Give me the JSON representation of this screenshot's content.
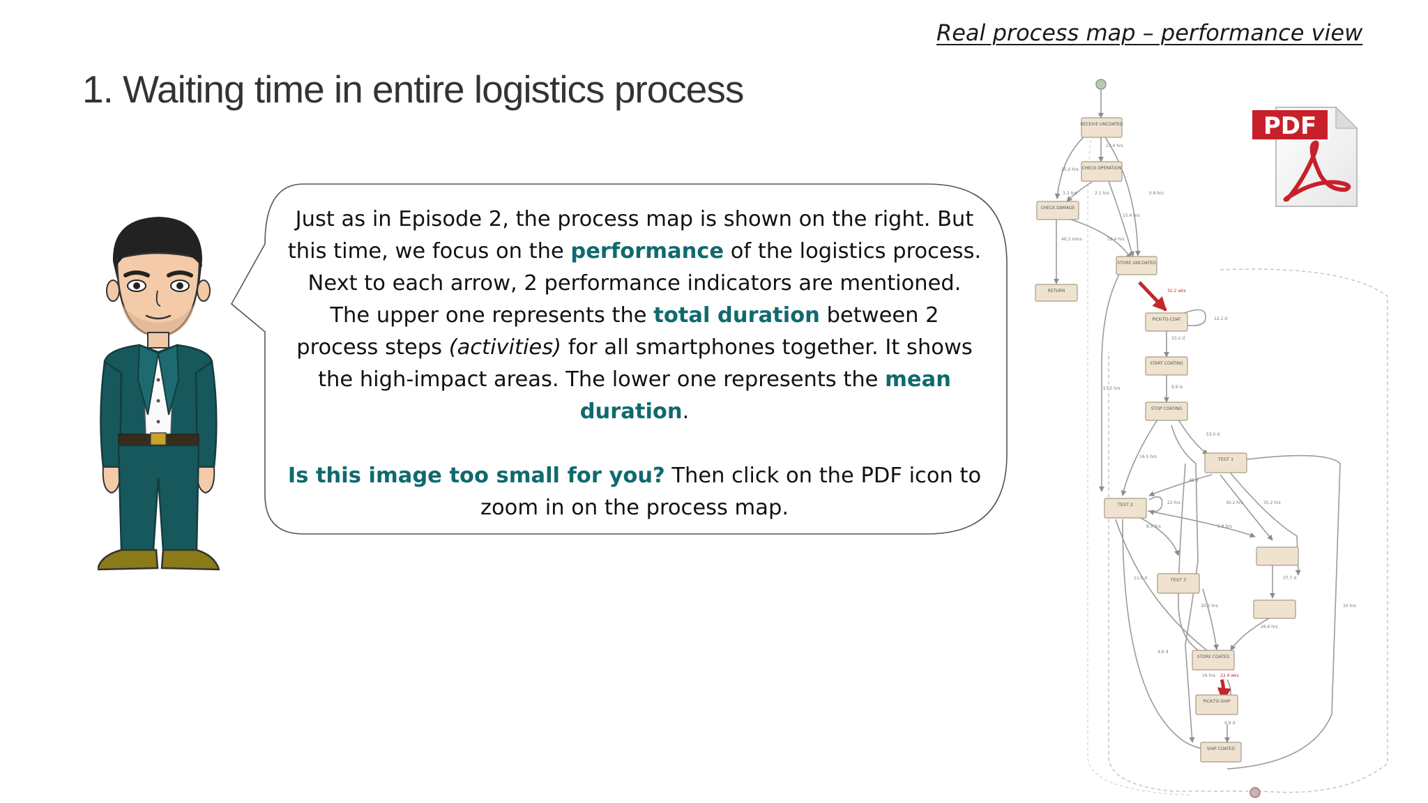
{
  "header": {
    "link_text": "Real process map – performance view",
    "title": "1. Waiting time in entire logistics process"
  },
  "bubble": {
    "p1_a": "Just as in Episode 2, the process map is shown on the right. But this time, we focus on the ",
    "p1_hl1": "performance",
    "p1_b": " of the logistics process. Next to each arrow, 2 performance indicators are mentioned. The upper one represents the ",
    "p1_hl2": "total duration",
    "p1_c": " between 2 process steps ",
    "p1_italic": "(activities)",
    "p1_d": " for all smartphones together. It shows the high-impact areas. The lower one represents the ",
    "p1_hl3": "mean duration",
    "p1_e": ".",
    "p2_hl": "Is this image too small for you?",
    "p2_rest": " Then click on the PDF icon to zoom in on the process map."
  },
  "pdf": {
    "label": "PDF",
    "icon": "pdf-file-icon"
  },
  "process_map": {
    "nodes": [
      {
        "label": "RECEIVE UNCOATED"
      },
      {
        "label": "CHECK OPERATION"
      },
      {
        "label": "CHECK DAMAGE"
      },
      {
        "label": "STORE UNCOATED"
      },
      {
        "label": "RETURN"
      },
      {
        "label": "PICK-TO-COAT"
      },
      {
        "label": "START COATING"
      },
      {
        "label": "STOP COATING"
      },
      {
        "label": "TEST 1"
      },
      {
        "label": "TEST 2"
      },
      {
        "label": "TEST 3"
      },
      {
        "label": "STORE COATED"
      },
      {
        "label": "PICK-TO-SHIP"
      },
      {
        "label": "SHIP COATED"
      }
    ],
    "edge_labels": [
      "13.4 hrs",
      "25.0 hrs",
      "3.3 hrs",
      "2.1 hrs",
      "0.8 hrs",
      "15.4 hrs",
      "46.3 mins",
      "19.4 hrs",
      "32.2 wks",
      "10.2 d",
      "12.2 d",
      "6.9 ls",
      "57.5 hrs",
      "53.0 d",
      "16.5 hrs",
      "45 d",
      "22 hrs",
      "30.2 hrs",
      "35.2 hrs",
      "8.5 hrs",
      "1.8 hrs",
      "11.0 d",
      "37.7 d",
      "30.2 hrs",
      "26.6 hrs",
      "4.6 d",
      "16 hrs",
      "22.4 wks",
      "0.9 d",
      "10 hrs"
    ]
  },
  "colors": {
    "title": "#333333",
    "highlight": "#0f6a6e",
    "pdf_red": "#c8202a",
    "node_fill": "#efe3cf",
    "node_stroke": "#a79a88",
    "edge": "#9a9a9a",
    "edge_critical": "#c0282c",
    "suit": "#17585c",
    "shoes": "#8a7a18"
  }
}
